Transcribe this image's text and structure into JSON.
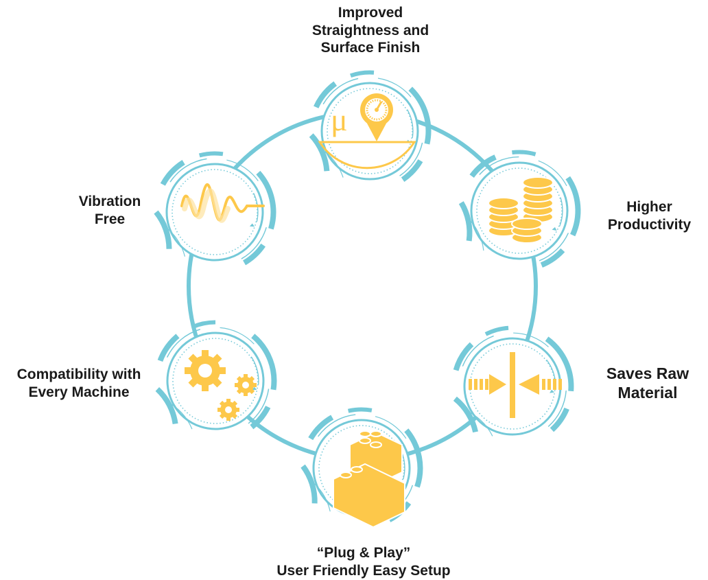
{
  "colors": {
    "ring": "#74c9d8",
    "icon": "#fdc84a",
    "text": "#1a1a1a",
    "background": "#ffffff"
  },
  "features": [
    {
      "id": "top",
      "icon": "micron-gauge-icon",
      "label_lines": [
        "Improved",
        "Straightness and",
        "Surface Finish"
      ]
    },
    {
      "id": "upper-right",
      "icon": "coin-stacks-icon",
      "label_lines": [
        "Higher",
        "Productivity"
      ]
    },
    {
      "id": "lower-right",
      "icon": "converging-arrows-icon",
      "label_lines": [
        "Saves Raw",
        "Material"
      ]
    },
    {
      "id": "bottom",
      "icon": "building-blocks-icon",
      "label_lines": [
        "“Plug & Play”",
        "User Friendly Easy Setup"
      ]
    },
    {
      "id": "lower-left",
      "icon": "gears-icon",
      "label_lines": [
        "Compatibility with",
        "Every Machine"
      ]
    },
    {
      "id": "upper-left",
      "icon": "vibration-wave-icon",
      "label_lines": [
        "Vibration",
        "Free"
      ]
    }
  ]
}
